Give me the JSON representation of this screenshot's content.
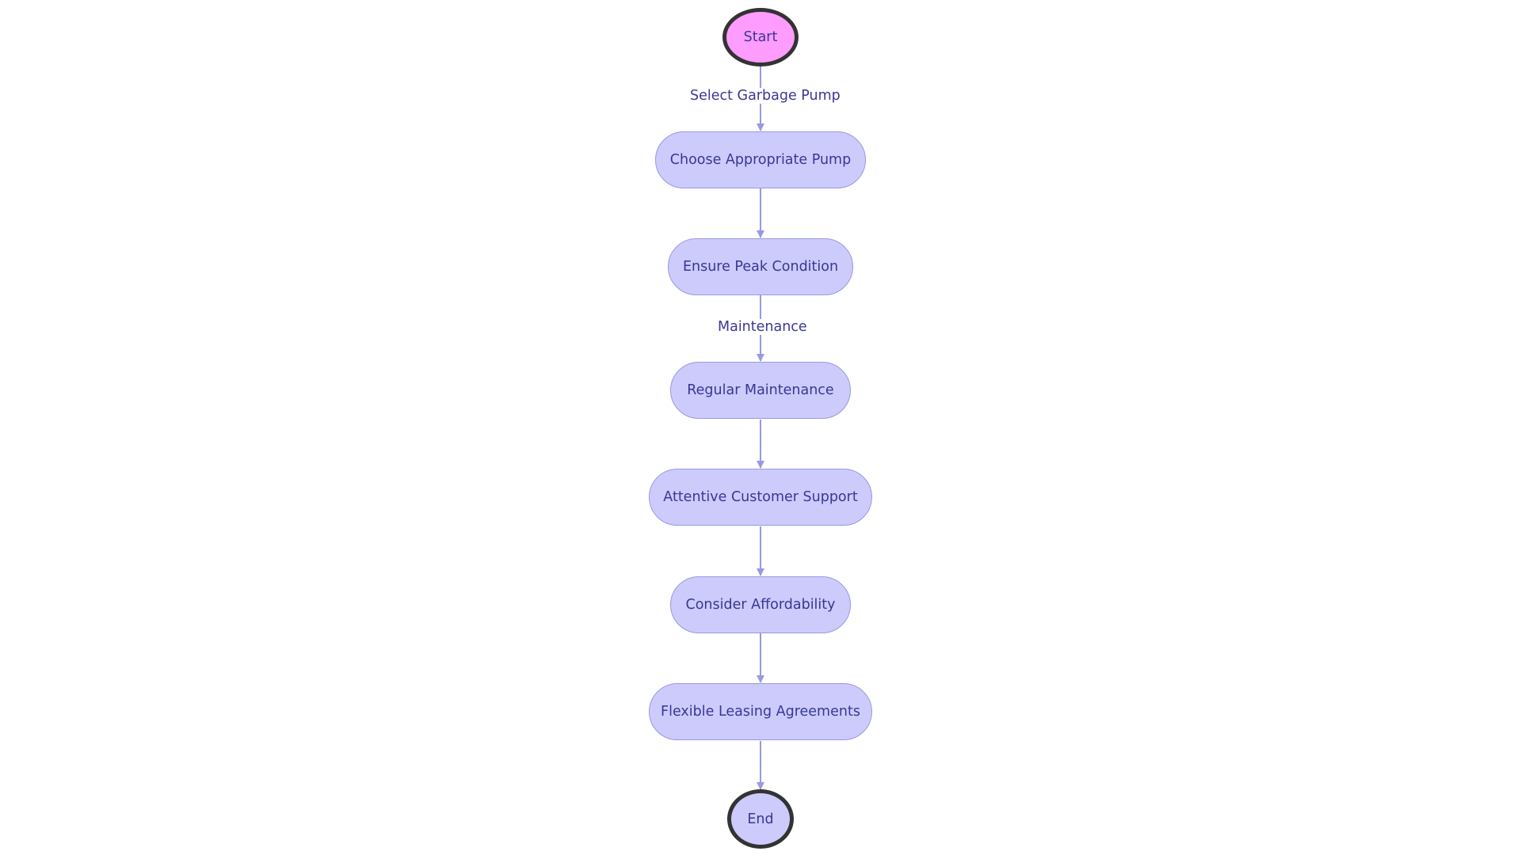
{
  "colors": {
    "start_fill": "#ff9cff",
    "end_fill": "#cccbfb",
    "node_fill": "#cccbfb",
    "node_border": "#9a98e3",
    "terminal_border": "#333333",
    "edge": "#9a98e3",
    "text": "#3a3797"
  },
  "flowchart": {
    "start": {
      "label": "Start"
    },
    "steps": [
      {
        "label": "Choose Appropriate Pump"
      },
      {
        "label": "Ensure Peak Condition"
      },
      {
        "label": "Regular Maintenance"
      },
      {
        "label": "Attentive Customer Support"
      },
      {
        "label": "Consider Affordability"
      },
      {
        "label": "Flexible Leasing Agreements"
      }
    ],
    "end": {
      "label": "End"
    },
    "edge_labels": {
      "start_to_choose": "Select Garbage Pump",
      "peak_to_regular": "Maintenance"
    }
  }
}
